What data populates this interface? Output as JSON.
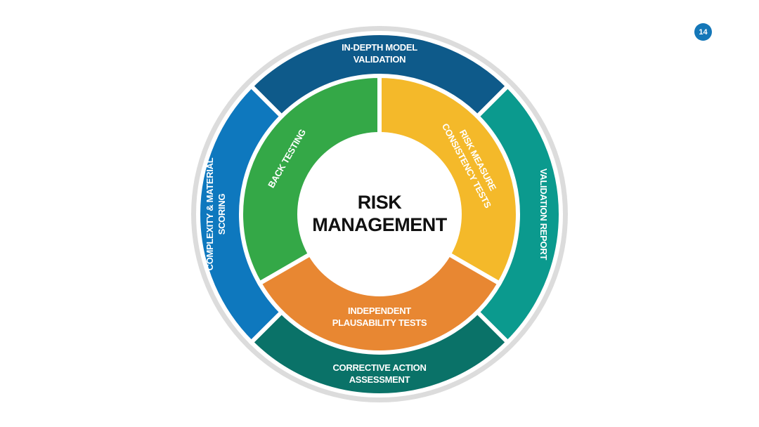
{
  "page_number": "14",
  "center": {
    "line1": "RISK",
    "line2": "MANAGEMENT"
  },
  "colors": {
    "ring_border": "#dcdcdc",
    "divider": "#ffffff",
    "outer_top": "#0e5a8a",
    "outer_right": "#0b9a8e",
    "outer_bottom": "#0a7268",
    "outer_left": "#0e78be",
    "inner_green": "#34a847",
    "inner_yellow": "#f4b92a",
    "inner_orange": "#e88732",
    "page_badge": "#1477b8"
  },
  "outer_segments": [
    {
      "id": "top",
      "line1": "IN-DEPTH MODEL",
      "line2": "VALIDATION"
    },
    {
      "id": "right",
      "line1": "VALIDATION REPORT",
      "line2": ""
    },
    {
      "id": "bottom",
      "line1": "CORRECTIVE ACTION",
      "line2": "ASSESSMENT"
    },
    {
      "id": "left",
      "line1": "COMPLEXITY & MATERIAL",
      "line2": "SCORING"
    }
  ],
  "inner_segments": [
    {
      "id": "green",
      "line1": "BACK TESTING",
      "line2": ""
    },
    {
      "id": "yellow",
      "line1": "RISK MEASURE",
      "line2": "CONSISTENCY TESTS"
    },
    {
      "id": "orange",
      "line1": "INDEPENDENT",
      "line2": "PLAUSABILITY TESTS"
    }
  ]
}
